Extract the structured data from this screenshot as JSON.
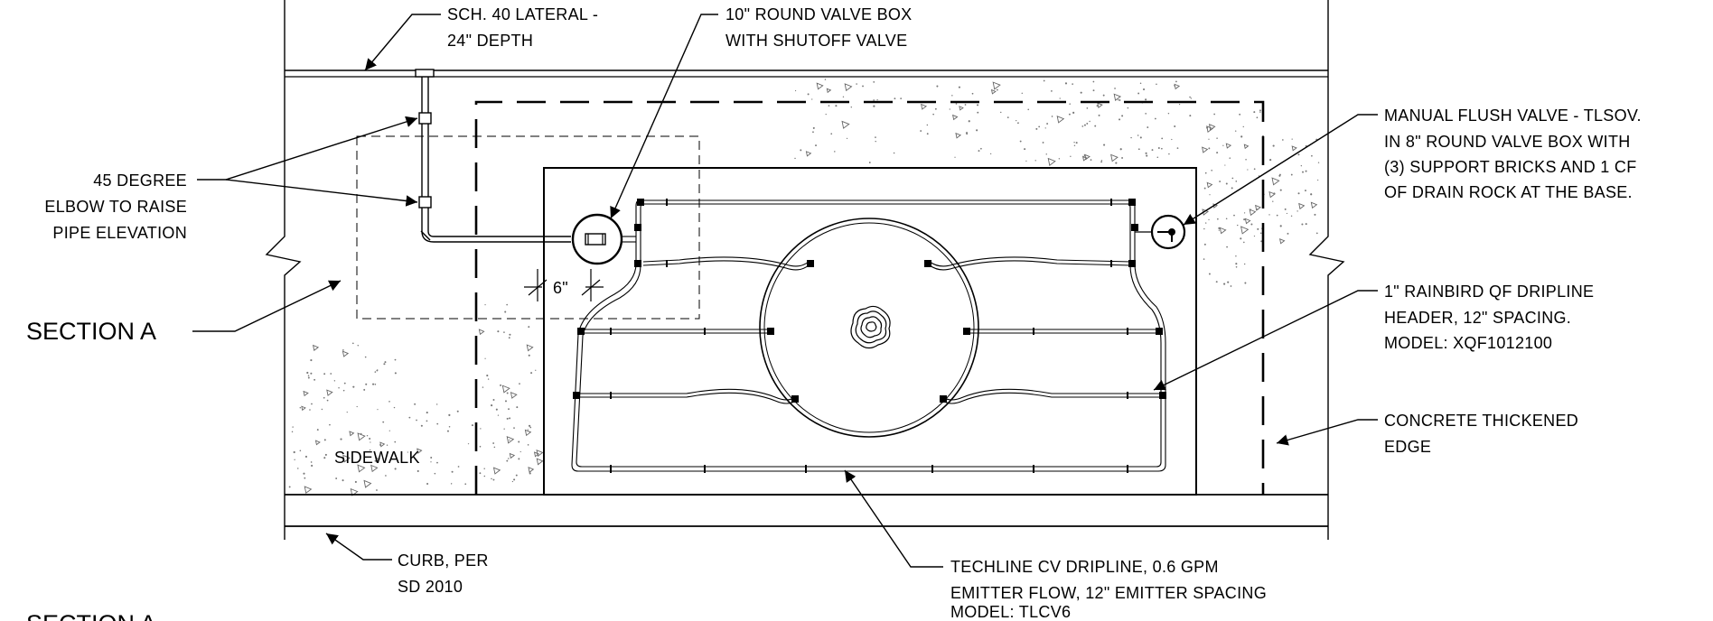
{
  "labels": {
    "lateral": [
      "SCH. 40 LATERAL -",
      "24\" DEPTH"
    ],
    "valve_box": [
      "10\" ROUND VALVE BOX",
      "WITH SHUTOFF VALVE"
    ],
    "manual_flush": [
      "MANUAL FLUSH VALVE - TLSOV.",
      "IN 8\" ROUND VALVE BOX WITH",
      "(3) SUPPORT BRICKS AND 1 CF",
      "OF DRAIN ROCK AT THE BASE."
    ],
    "elbow": [
      "45 DEGREE",
      "ELBOW TO RAISE",
      "PIPE ELEVATION"
    ],
    "section_a": "SECTION A",
    "dim_6": "6\"",
    "header": [
      "1\" RAINBIRD QF DRIPLINE",
      "HEADER, 12\" SPACING.",
      "MODEL: XQF1012100"
    ],
    "thickened_edge": [
      "CONCRETE THICKENED",
      "EDGE"
    ],
    "sidewalk": "SIDEWALK",
    "curb": [
      "CURB, PER",
      "SD 2010"
    ],
    "dripline": [
      "TECHLINE CV DRIPLINE, 0.6 GPM",
      "EMITTER FLOW, 12\" EMITTER SPACING",
      "MODEL: TLCV6"
    ],
    "bottom_title": "SECTION A"
  }
}
